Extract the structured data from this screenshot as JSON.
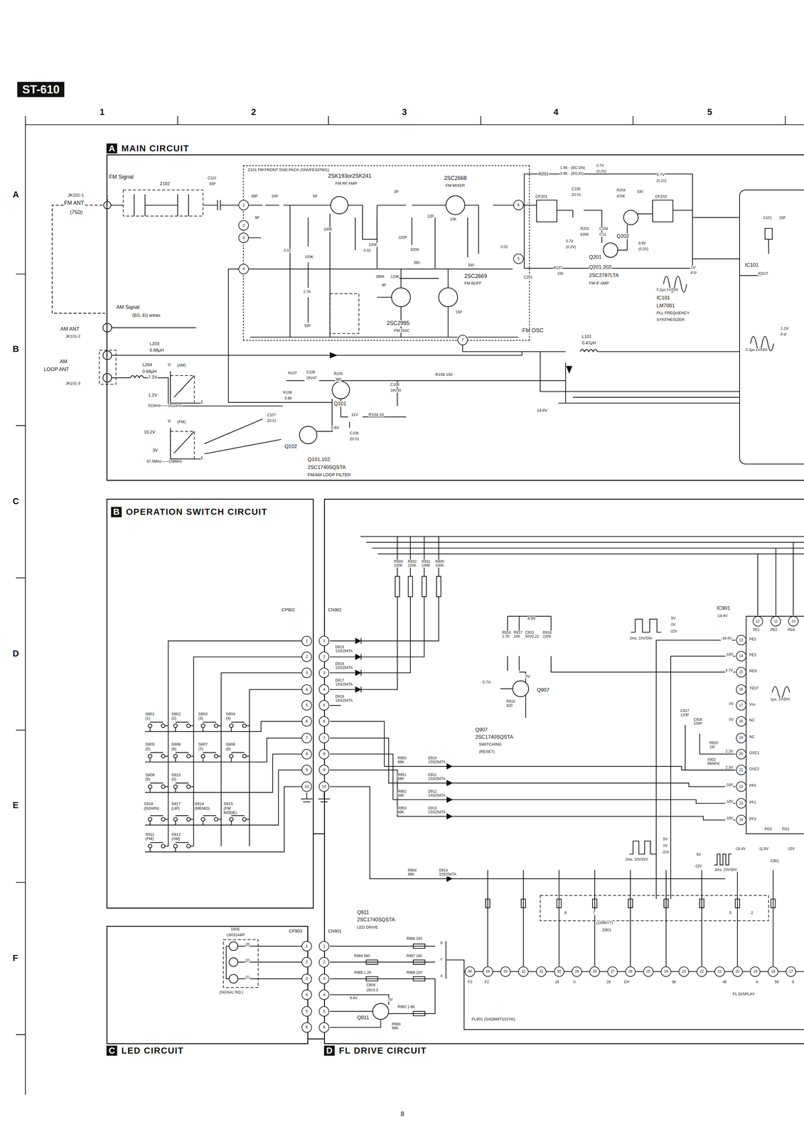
{
  "diagram": {
    "nodes": [
      {
        "text": [
          "A",
          "MAIN CIRCUIT"
        ]
      },
      {
        "text": [
          "Z101 FM FRONT END PACK (SNVFE337601)"
        ],
        "in": 0
      },
      {
        "text": [
          "B",
          "OPERATION SWITCH CIRCUIT"
        ]
      },
      {
        "text": [
          "C",
          "LED CIRCUIT"
        ]
      },
      {
        "text": [
          "D",
          "FL DRIVE CIRCUIT"
        ]
      }
    ],
    "edges": [
      {
        "from": 2,
        "to": 4,
        "arrow": "none"
      },
      {
        "from": 3,
        "to": 4,
        "arrow": "none"
      }
    ],
    "labels": [
      "ST-610",
      "1",
      "2",
      "3",
      "4",
      "5",
      "A",
      "B",
      "C",
      "D",
      "E",
      "F",
      "8",
      "FM Signal",
      "Z102",
      "C110",
      "33P",
      "JK101-1",
      "FM ANT",
      "(75Ω)",
      "2SK193or2SK241",
      "FM RF AMP",
      "2SC2668",
      "FM MIXER",
      "39P",
      "20P",
      "5P",
      "3P",
      "9P",
      "22P",
      "10K",
      "100K",
      "220P",
      "0.02",
      "0.02",
      "0.02",
      "100K",
      "100K",
      "820K",
      "390",
      "390K",
      "120K",
      "4P",
      "330",
      "2SC2669",
      "FM BUFF",
      "2.7K",
      "2SC2995",
      "FM OSC",
      "33P",
      "15P",
      "1",
      "2",
      "3",
      "4",
      "6",
      "5",
      "7",
      "AM Signal",
      "(EG, EI) areas.",
      "AM ANT",
      "JK101-2",
      "AM",
      "LOOP ANT",
      "JK101-3",
      "L203",
      "0.68μH",
      "L204",
      "0.68μH",
      "V",
      "(AM)",
      "7.2V",
      "1.2V",
      "f",
      "522kHz——1611kHz",
      "V",
      "(FM)",
      "10.2V",
      "3V",
      "f",
      "87.5MHz——108MHz",
      "R107",
      "C108",
      "25V47",
      "R105",
      "390",
      "R106",
      "5.6K",
      "Q101",
      "C107",
      "Z0.01",
      "Q102",
      "0.6V",
      "11V",
      "R104 1K",
      "C106",
      "Z0.01",
      "Q101,102",
      "2SC1740SQSTA",
      "FM/AM LOOP FILTER",
      "C109",
      "16V33",
      "R108 150",
      "14.8V",
      "FM OSC",
      "L101",
      "0.47μH",
      "R201",
      "1.5K···(EC,GN)",
      "3.9K···(EG,EI)",
      "0.7V",
      "(0.2V)",
      "CF201",
      "C226",
      "Z0.01",
      "R202",
      "820K",
      "C204",
      "0.01",
      "R204",
      "470K",
      "330",
      "9.7V",
      "(0.2V)",
      "CF202",
      "0.7V",
      "(0.2V)",
      "Q201",
      "Q202",
      "9.9V",
      "(0.2V)",
      "R237",
      "150",
      "C201",
      "Q201,202",
      "2SC2787LTA",
      "FM IF AMP",
      "1V",
      "P-P",
      "0.2μs.1V/DIV.",
      "IC101",
      "LM7001",
      "PLL FREQUENCY",
      "SYNTHESIZER",
      "IC101",
      "XOUT",
      "C101",
      "15P",
      "1.2V",
      "P-P",
      "0.2μs.1V/DIV.",
      "CP902",
      "CN902",
      "1",
      "2",
      "3",
      "4",
      "5",
      "6",
      "7",
      "8",
      "9",
      "10",
      "1",
      "2",
      "3",
      "4",
      "5",
      "6",
      "7",
      "8",
      "9",
      "10",
      "S901 (1)",
      "S902 (2)",
      "S903 (3)",
      "S904 (4)",
      "S905 (5)",
      "S906 (6)",
      "S907 (7)",
      "S908 (8)",
      "S909 (9)",
      "S910 (0)",
      "S916 (DOWN)",
      "S917 (UP)",
      "S914 (MEMO)",
      "S915 (FM MODE)",
      "S911 (FM)",
      "S912 (AM)",
      "D915 1SS254TA",
      "D916 1SS254TA",
      "D917 1SS254TA",
      "D918 1SS254TA",
      "R950 68K",
      "D910 1SS254TA",
      "R951 68K",
      "D911 1SS254TA",
      "R952 68K",
      "D912 1SS254TA",
      "R953 68K",
      "D913 1SS254TA",
      "R954 68K",
      "D914 1SS254TA",
      "Q911",
      "2SC1740SQSTA",
      "LED DRIVE",
      "R933 100K",
      "R932 100K",
      "R931 100K",
      "R930 100K",
      "4.9V",
      "R916 2.7K",
      "R917 10K",
      "C915 50V0.22",
      "R918 220K",
      "0.7V",
      "0V",
      "Q907",
      "R915 820",
      "Q907",
      "2SC1740SQSTA",
      "SWITCHING",
      "(RESET)",
      "5V",
      "0V",
      "-22V",
      "2ms. 10V/DIV.",
      "IC901",
      "12",
      "11",
      "10",
      "PE1",
      "PE0",
      "PD3",
      "13",
      "14",
      "15",
      "16",
      "17",
      "18",
      "19",
      "20",
      "21",
      "22",
      "23",
      "24",
      "PE2",
      "PE3",
      "RES",
      "TEST",
      "Vss",
      "NC",
      "NC",
      "OSC1",
      "OSC2",
      "PF0",
      "PF1",
      "PF3",
      "-18.4V",
      "-18.4V",
      "-18V",
      "4.7V",
      "0V",
      "0V",
      "2.2V",
      "2.3V",
      "-18V",
      "-18V",
      "-18V",
      "PG0",
      "PG1",
      "C917 120P",
      "C916 100P",
      "R920 1M",
      "X902 960kHz",
      "-18.4V",
      "-11.8V",
      "-15V",
      "C901",
      "5V",
      "0V",
      "-22V",
      "2ms. 10V/DIV.",
      "5V",
      "-22V",
      "2ms. 10V/DIV.",
      "1μs. 1V/DIV.",
      "(100K×7)",
      "Z901",
      "8",
      "7",
      "3",
      "2",
      "36",
      "34",
      "33",
      "32",
      "31",
      "30",
      "29",
      "28",
      "27",
      "26",
      "25",
      "24",
      "23",
      "22",
      "21",
      "20",
      "19",
      "18",
      "17",
      "F2",
      "F2",
      "16",
      "U",
      "26",
      "CH",
      "36",
      "46",
      "8",
      "56",
      "6",
      "FL DISPLAY",
      "FL901 (SADBMT102YK)",
      "D935",
      "LN03144IP",
      "(3)",
      "(2)",
      "(1)",
      "(SIGNAL IND.)",
      "CP903",
      "CN901",
      "1",
      "2",
      "3",
      "4",
      "5",
      "6",
      "1",
      "2",
      "3",
      "4",
      "5",
      "6",
      "R968 330",
      "R964 560",
      "R967 180",
      "R965 1.2K",
      "R966 220",
      "b",
      "c",
      "a",
      "C909",
      "25V3.3",
      "9.4V",
      "0V",
      "Q911",
      "R962 1.8K",
      "R963 56K"
    ]
  }
}
